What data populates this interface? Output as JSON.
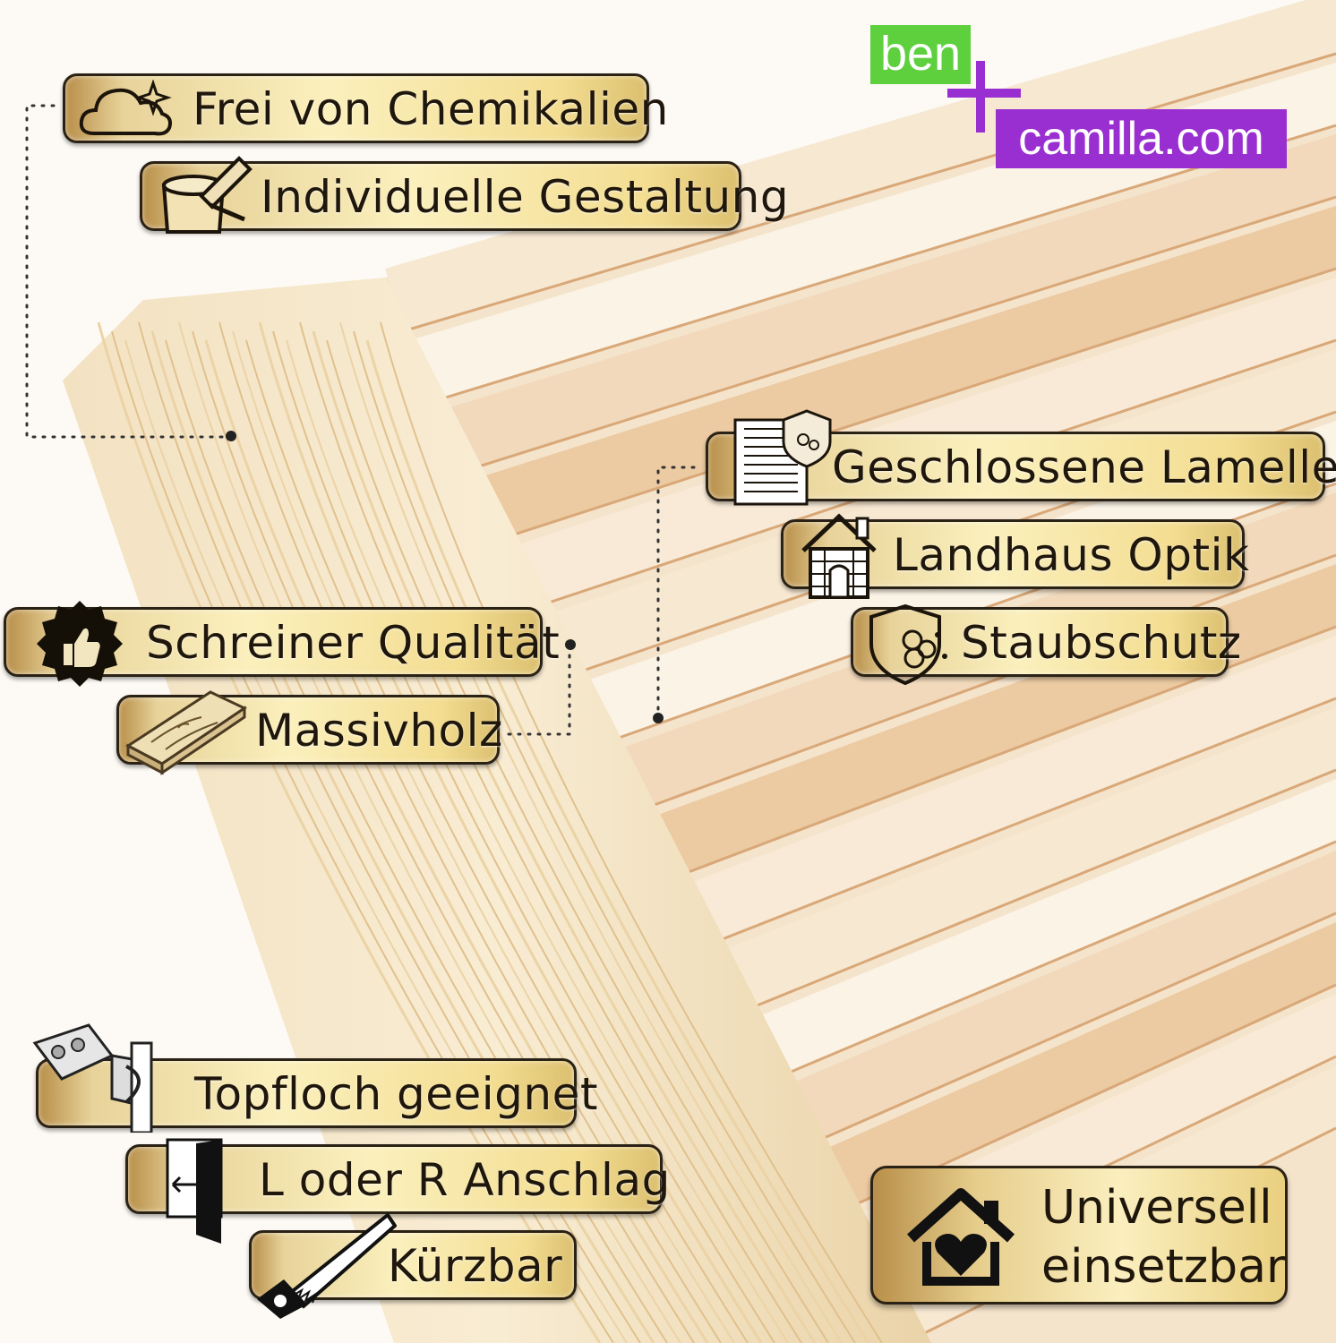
{
  "brand": {
    "part1": "ben",
    "part2": "camilla.com"
  },
  "features_top": [
    {
      "label": "Frei von Chemikalien",
      "icon": "cloud-sparkle-icon"
    },
    {
      "label": "Individuelle Gestaltung",
      "icon": "paint-bucket-brush-icon"
    }
  ],
  "features_mid_right": [
    {
      "label": "Geschlossene Lamellen",
      "icon": "louver-shield-icon"
    },
    {
      "label": "Landhaus Optik",
      "icon": "country-house-icon"
    },
    {
      "label": "Staubschutz",
      "icon": "dust-shield-icon"
    }
  ],
  "features_mid_left": [
    {
      "label": "Schreiner Qualität",
      "icon": "thumbs-up-seal-icon"
    },
    {
      "label": "Massivholz",
      "icon": "wood-plank-icon"
    }
  ],
  "features_bottom": [
    {
      "label": "Topfloch geeignet",
      "icon": "hinge-icon"
    },
    {
      "label": "L oder R Anschlag",
      "icon": "door-swap-icon"
    },
    {
      "label": "Kürzbar",
      "icon": "saw-icon"
    }
  ],
  "universal": {
    "line1": "Universell",
    "line2": "einsetzbar",
    "icon": "house-heart-icon"
  }
}
